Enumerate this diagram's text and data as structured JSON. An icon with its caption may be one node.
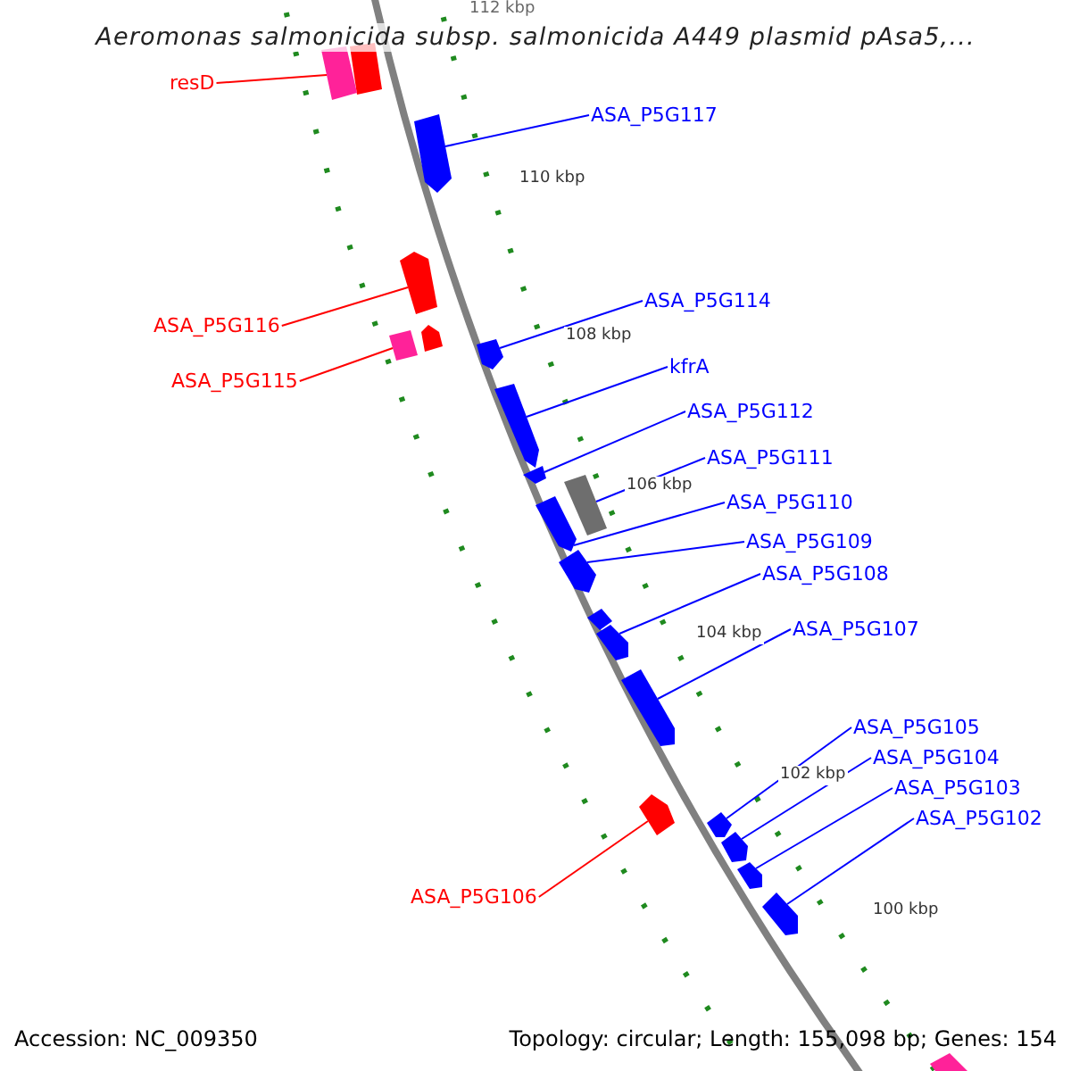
{
  "diagram": {
    "title": "Aeromonas salmonicida subsp. salmonicida A449 plasmid pAsa5,...",
    "nodes": [
      {
        "text": [
          "resD"
        ]
      },
      {
        "text": [],
        "shape": "arrow"
      },
      {
        "text": [
          "ASA_P5G117"
        ]
      },
      {
        "text": [],
        "shape": "arrow"
      },
      {
        "text": [
          "ASA_P5G116"
        ]
      },
      {
        "text": [],
        "shape": "arrow"
      },
      {
        "text": [
          "ASA_P5G115"
        ]
      },
      {
        "text": [],
        "shape": "arrow"
      },
      {
        "text": [
          "ASA_P5G114"
        ]
      },
      {
        "text": [],
        "shape": "arrow"
      },
      {
        "text": [
          "kfrA"
        ]
      },
      {
        "text": [],
        "shape": "arrow"
      },
      {
        "text": [
          "ASA_P5G112"
        ]
      },
      {
        "text": [],
        "shape": "arrow"
      },
      {
        "text": [
          "ASA_P5G111"
        ]
      },
      {
        "text": [],
        "shape": "arrow"
      },
      {
        "text": [
          "ASA_P5G110"
        ]
      },
      {
        "text": [],
        "shape": "arrow"
      },
      {
        "text": [
          "ASA_P5G109"
        ]
      },
      {
        "text": [],
        "shape": "arrow"
      },
      {
        "text": [
          "ASA_P5G108"
        ]
      },
      {
        "text": [],
        "shape": "arrow"
      },
      {
        "text": [
          "ASA_P5G107"
        ]
      },
      {
        "text": [],
        "shape": "arrow"
      },
      {
        "text": [
          "ASA_P5G105"
        ]
      },
      {
        "text": [],
        "shape": "arrow"
      },
      {
        "text": [
          "ASA_P5G104"
        ]
      },
      {
        "text": [],
        "shape": "arrow"
      },
      {
        "text": [
          "ASA_P5G103"
        ]
      },
      {
        "text": [],
        "shape": "arrow"
      },
      {
        "text": [
          "ASA_P5G102"
        ]
      },
      {
        "text": [],
        "shape": "arrow"
      },
      {
        "text": [
          "ASA_P5G106"
        ]
      },
      {
        "text": [],
        "shape": "arrow"
      }
    ],
    "edges": [
      {
        "from": 0,
        "to": 1,
        "arrow": "none",
        "color": "#ff0000"
      },
      {
        "from": 2,
        "to": 3,
        "arrow": "none"
      },
      {
        "from": 4,
        "to": 5,
        "arrow": "none",
        "color": "#ff0000"
      },
      {
        "from": 6,
        "to": 7,
        "arrow": "none",
        "color": "#ff0000"
      },
      {
        "from": 8,
        "to": 9,
        "arrow": "none"
      },
      {
        "from": 10,
        "to": 11,
        "arrow": "none"
      },
      {
        "from": 12,
        "to": 13,
        "arrow": "none"
      },
      {
        "from": 14,
        "to": 15,
        "arrow": "none"
      },
      {
        "from": 16,
        "to": 17,
        "arrow": "none"
      },
      {
        "from": 18,
        "to": 19,
        "arrow": "none"
      },
      {
        "from": 20,
        "to": 21,
        "arrow": "none"
      },
      {
        "from": 22,
        "to": 23,
        "arrow": "none"
      },
      {
        "from": 24,
        "to": 25,
        "arrow": "none"
      },
      {
        "from": 26,
        "to": 27,
        "arrow": "none"
      },
      {
        "from": 28,
        "to": 29,
        "arrow": "none"
      },
      {
        "from": 30,
        "to": 31,
        "arrow": "none"
      },
      {
        "from": 32,
        "to": 33,
        "arrow": "none",
        "color": "#ff0000"
      }
    ],
    "labels": [
      "112 kbp",
      "110 kbp",
      "108 kbp",
      "106 kbp",
      "104 kbp",
      "102 kbp",
      "100 kbp",
      "Accession: NC_009350",
      "Topology: circular; Length: 155,098 bp; Genes: 154"
    ]
  }
}
